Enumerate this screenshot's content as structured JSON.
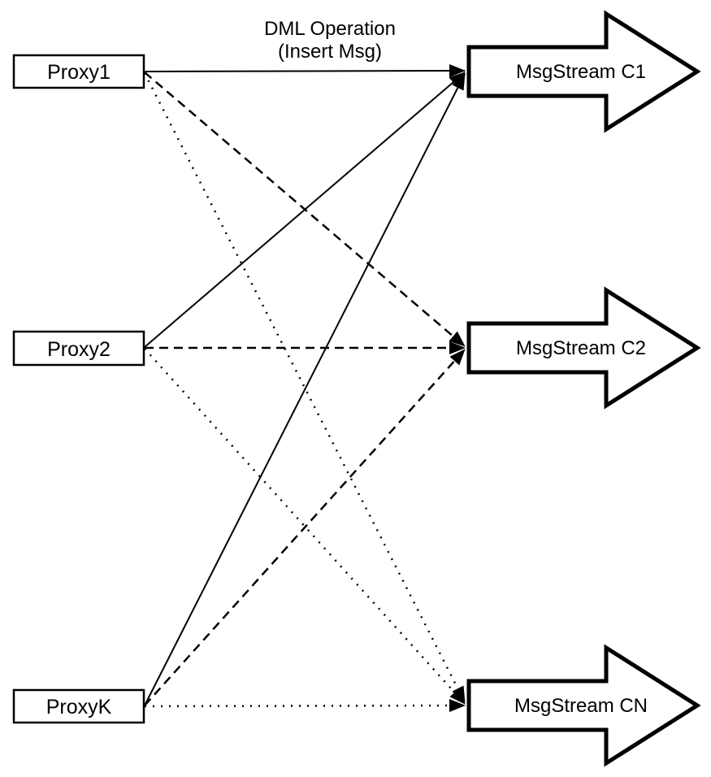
{
  "diagram": {
    "title": {
      "line1": "DML Operation",
      "line2": "(Insert Msg)"
    },
    "proxies": [
      {
        "id": "proxy1",
        "label": "Proxy1"
      },
      {
        "id": "proxy2",
        "label": "Proxy2"
      },
      {
        "id": "proxyk",
        "label": "ProxyK"
      }
    ],
    "streams": [
      {
        "id": "msgstream-c1",
        "label": "MsgStream C1"
      },
      {
        "id": "msgstream-c2",
        "label": "MsgStream C2"
      },
      {
        "id": "msgstream-cn",
        "label": "MsgStream CN"
      }
    ],
    "edges": [
      {
        "from": "Proxy1",
        "to": "MsgStream C1",
        "style": "solid"
      },
      {
        "from": "Proxy1",
        "to": "MsgStream C2",
        "style": "dashed"
      },
      {
        "from": "Proxy1",
        "to": "MsgStream CN",
        "style": "dotted"
      },
      {
        "from": "Proxy2",
        "to": "MsgStream C1",
        "style": "solid"
      },
      {
        "from": "Proxy2",
        "to": "MsgStream C2",
        "style": "dashed"
      },
      {
        "from": "Proxy2",
        "to": "MsgStream CN",
        "style": "dotted"
      },
      {
        "from": "ProxyK",
        "to": "MsgStream C1",
        "style": "solid"
      },
      {
        "from": "ProxyK",
        "to": "MsgStream C2",
        "style": "dashed"
      },
      {
        "from": "ProxyK",
        "to": "MsgStream CN",
        "style": "dotted"
      }
    ],
    "colors": {
      "stroke": "#000000",
      "fill": "#ffffff",
      "background": "#ffffff"
    }
  }
}
